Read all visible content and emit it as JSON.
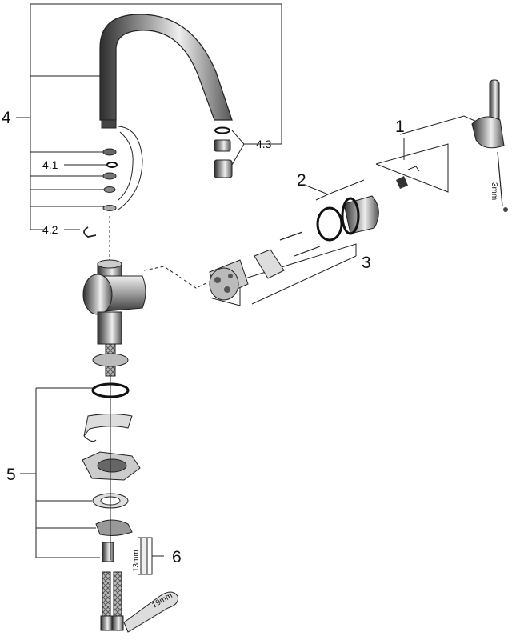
{
  "callouts": {
    "c1": "1",
    "c2": "2",
    "c3": "3",
    "c4": "4",
    "c4_1": "4.1",
    "c4_2": "4.2",
    "c4_3": "4.3",
    "c5": "5",
    "c6": "6"
  },
  "tool_labels": {
    "hex_key": "3mm",
    "wrench_13": "13mm",
    "wrench_19": "19mm"
  },
  "colors": {
    "line": "#222222",
    "metal_dark": "#3a3a3a",
    "metal_mid": "#8c8c8c",
    "metal_light": "#d9d9d9",
    "rubber": "#111111"
  }
}
